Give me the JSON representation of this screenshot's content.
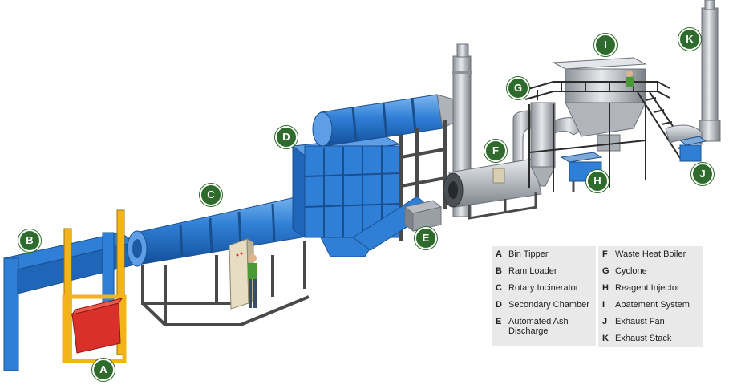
{
  "components": [
    {
      "key": "A",
      "label": "Bin Tipper"
    },
    {
      "key": "B",
      "label": "Ram Loader"
    },
    {
      "key": "C",
      "label": "Rotary Incinerator"
    },
    {
      "key": "D",
      "label": "Secondary Chamber"
    },
    {
      "key": "E",
      "label": "Automated Ash Discharge"
    },
    {
      "key": "F",
      "label": "Waste Heat Boiler"
    },
    {
      "key": "G",
      "label": "Cyclone"
    },
    {
      "key": "H",
      "label": "Reagent Injector"
    },
    {
      "key": "I",
      "label": "Abatement System"
    },
    {
      "key": "J",
      "label": "Exhaust Fan"
    },
    {
      "key": "K",
      "label": "Exhaust Stack"
    }
  ],
  "colors": {
    "badge": "#2f6b2c",
    "equipment_blue": "#2f7fd6",
    "frame": "#4a4a4a",
    "steel": "#c9ccd1",
    "bin": "#d9302a",
    "tipper": "#f2b418",
    "legend_bg": "#e9e9e9"
  }
}
